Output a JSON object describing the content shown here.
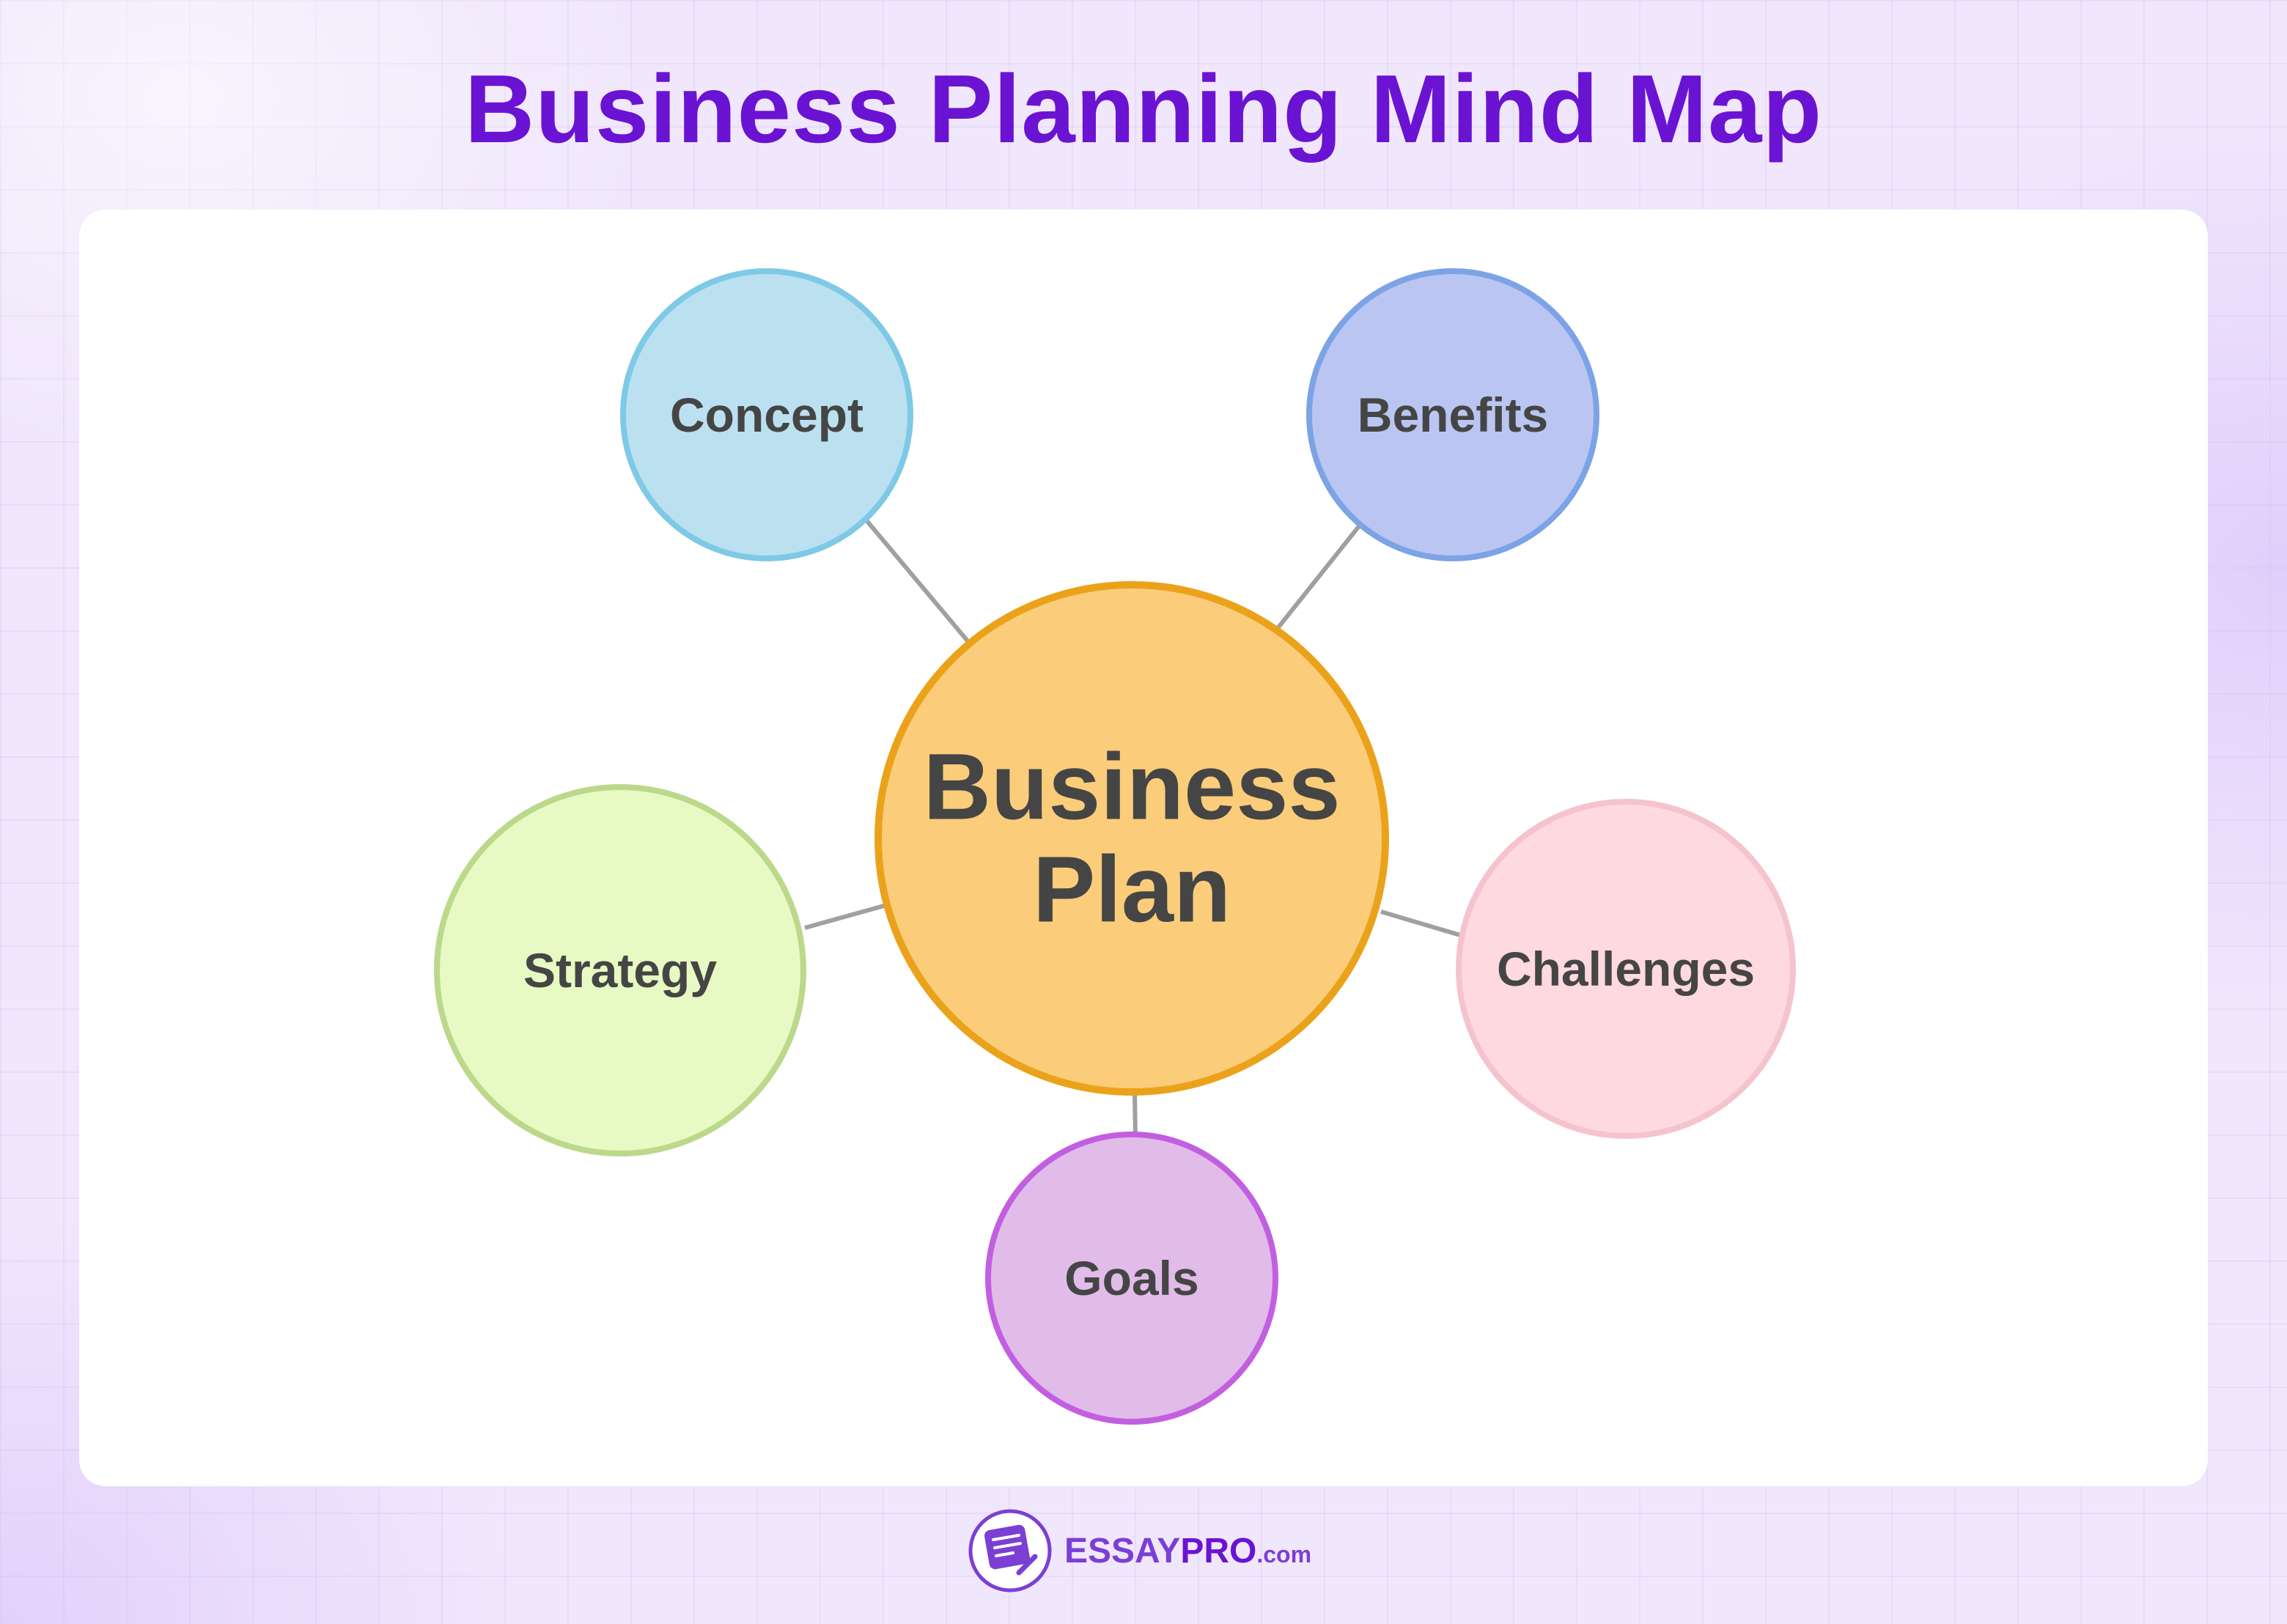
{
  "title": "Business Planning Mind Map",
  "diagram": {
    "center": {
      "lines": [
        "Business",
        "Plan"
      ],
      "fill": "#fbcd7a",
      "stroke": "#eba21b"
    },
    "branches": [
      {
        "id": "concept",
        "label": "Concept",
        "fill": "#bbe1f1",
        "stroke": "#7ec9e6"
      },
      {
        "id": "benefits",
        "label": "Benefits",
        "fill": "#bac6f1",
        "stroke": "#7ca3e6"
      },
      {
        "id": "strategy",
        "label": "Strategy",
        "fill": "#e7fac3",
        "stroke": "#bcd88a"
      },
      {
        "id": "challenges",
        "label": "Challenges",
        "fill": "#fed9e0",
        "stroke": "#f5c3ce"
      },
      {
        "id": "goals",
        "label": "Goals",
        "fill": "#e1bce9",
        "stroke": "#c25fe0"
      }
    ],
    "connector_color": "#a0a0a0"
  },
  "footer": {
    "brand_main": "ESSAY",
    "brand_accent": "PRO",
    "brand_suffix": ".com",
    "logo_icon": "notepad-pencil-icon"
  }
}
